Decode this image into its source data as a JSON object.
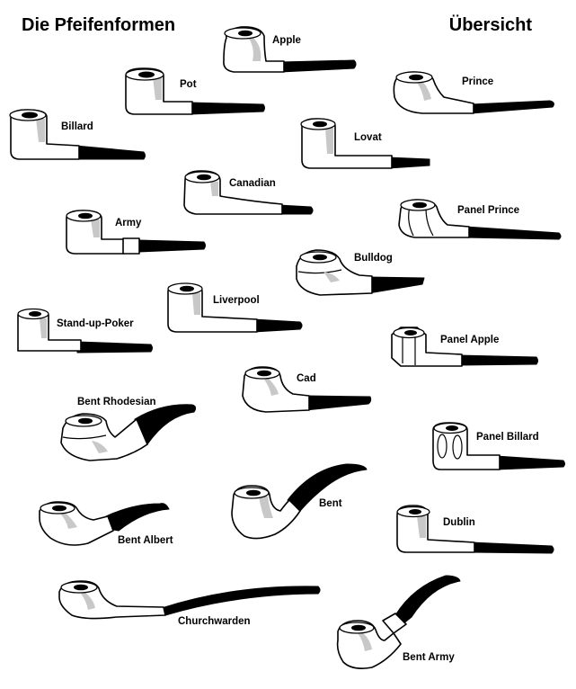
{
  "header": {
    "title": "Die Pfeifenformen",
    "subtitle": "Übersicht"
  },
  "pipes": [
    {
      "name": "Apple"
    },
    {
      "name": "Pot"
    },
    {
      "name": "Prince"
    },
    {
      "name": "Billard"
    },
    {
      "name": "Lovat"
    },
    {
      "name": "Canadian"
    },
    {
      "name": "Army"
    },
    {
      "name": "Panel Prince"
    },
    {
      "name": "Bulldog"
    },
    {
      "name": "Liverpool"
    },
    {
      "name": "Stand-up-Poker"
    },
    {
      "name": "Panel Apple"
    },
    {
      "name": "Cad"
    },
    {
      "name": "Bent Rhodesian"
    },
    {
      "name": "Panel Billard"
    },
    {
      "name": "Bent"
    },
    {
      "name": "Bent Albert"
    },
    {
      "name": "Dublin"
    },
    {
      "name": "Churchwarden"
    },
    {
      "name": "Bent Army"
    }
  ],
  "colors": {
    "outline": "#000000",
    "wood": "#ffffff",
    "shading": "#c8c8c8",
    "stem": "#000000"
  }
}
